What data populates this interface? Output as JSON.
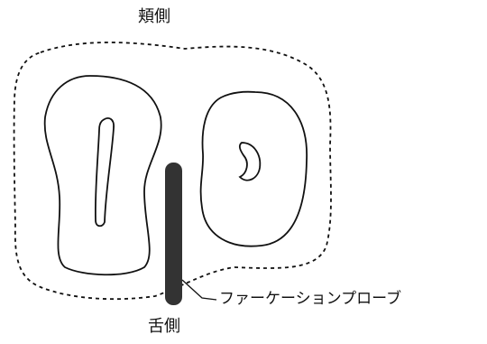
{
  "labels": {
    "buccal": "頬側",
    "lingual": "舌側",
    "probe": "ファーケーションプローブ"
  },
  "colors": {
    "stroke": "#111111",
    "probe": "#333333",
    "background": "#ffffff"
  }
}
